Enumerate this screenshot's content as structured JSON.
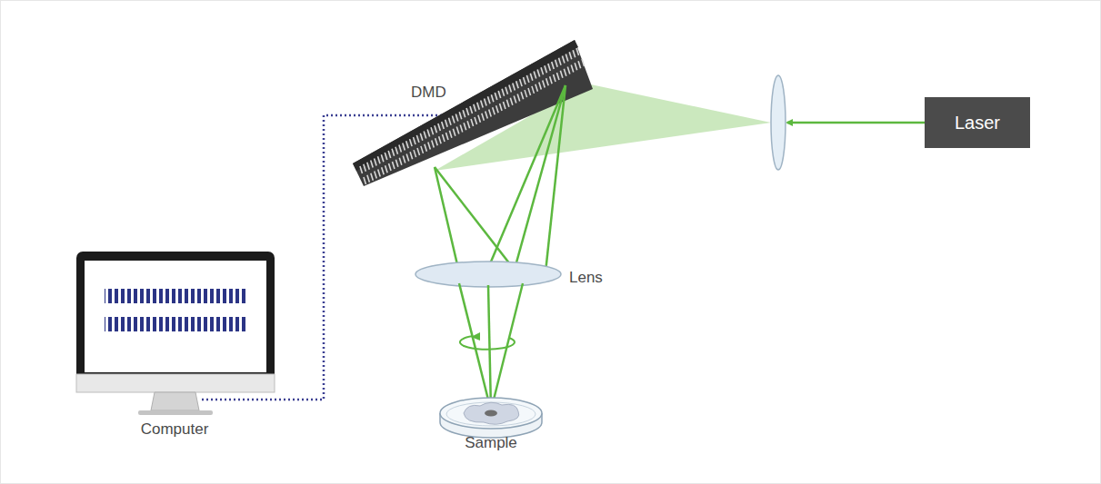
{
  "diagram": {
    "nodes": [
      {
        "text": [
          "Laser"
        ]
      }
    ],
    "labels": [
      "DMD",
      "Lens",
      "Computer",
      "Sample"
    ]
  }
}
